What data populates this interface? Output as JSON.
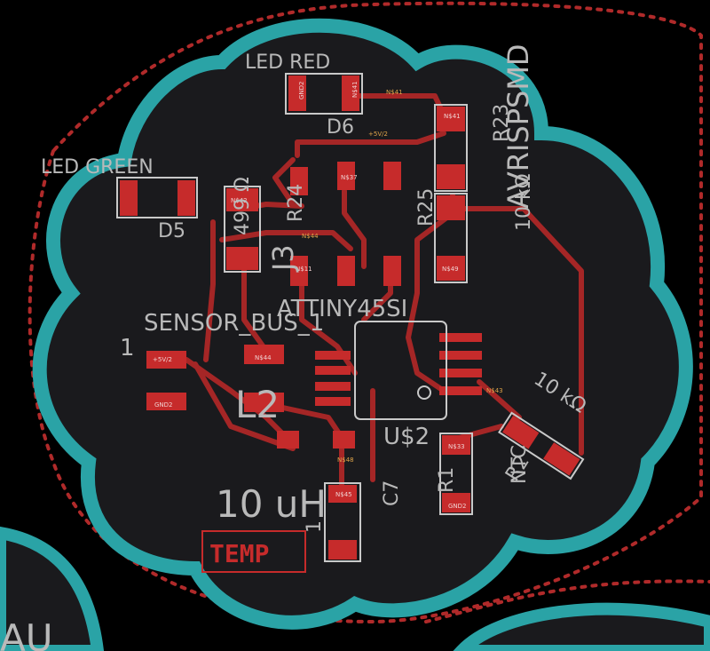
{
  "labels": {
    "led_red": "LED RED",
    "led_green": "LED GREEN",
    "d6": "D6",
    "d5": "D5",
    "r23": "R23",
    "r24": "R24",
    "r25": "R25",
    "r1": "R1",
    "r2": "R2",
    "j3": "J3",
    "l2": "L2",
    "c7": "C7",
    "u2": "U$2",
    "ntc": "NTC",
    "avrisp": "AVRISPSMD",
    "attiny": "ATTINY45SI",
    "sensor_bus": "SENSOR_BUS_1",
    "ohm_499": "499 Ω",
    "k10_a": "10 kΩ",
    "k10_b": "10 kΩ",
    "uh10": "10 uH",
    "one_a": "1",
    "one_b": "1",
    "temp": "TEMP",
    "au": "AU"
  },
  "nets": {
    "n41": "N$41",
    "n42": "N$42",
    "n44": "N$44",
    "n37": "N$37",
    "n11": "N$11",
    "n49": "N$49",
    "n33": "N$33",
    "n48": "N$48",
    "n45": "N$45",
    "n43": "N$43",
    "v5": "+5V/2",
    "gnd": "GND2"
  },
  "colors": {
    "board_fill": "#1a1a1d",
    "board_edge": "#2aa3a6",
    "keepout": "#b02a2a",
    "pad": "#c62b2b",
    "trace": "#a52626",
    "silk": "#b9b9b9"
  }
}
